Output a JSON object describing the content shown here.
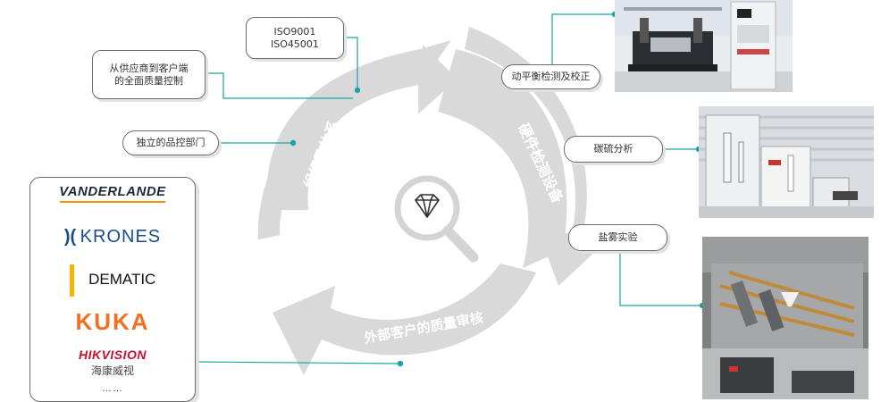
{
  "diagram": {
    "segments": {
      "left": "组织及体系",
      "right": "硬件检测设备",
      "bottom": "外部客户的质量审核"
    },
    "center_icon": "diamond-magnifier-icon"
  },
  "callouts": {
    "iso": [
      "ISO9001",
      "ISO45001"
    ],
    "supply_chain": [
      "从供应商到客户端",
      "的全面质量控制"
    ],
    "qc_department": "独立的品控部门",
    "balancing": "动平衡检测及校正",
    "carbon_sulfur": "碳硫分析",
    "salt_spray": "盐雾实验"
  },
  "customers": {
    "vanderlande": "VANDERLANDE",
    "krones": "KRONES",
    "dematic": "DEMATIC",
    "kuka": "KUKA",
    "hikvision": "HIKVISION",
    "hikvision_cn": "海康威视",
    "more": "……"
  },
  "colors": {
    "ring": "#d9d9d9",
    "ring_text": "#ffffff",
    "connector": "#1ba3a3",
    "kuka": "#f36f21",
    "hikvision": "#c8102e",
    "dematic_bar": "#f3b700",
    "krones": "#1a4c8c"
  }
}
